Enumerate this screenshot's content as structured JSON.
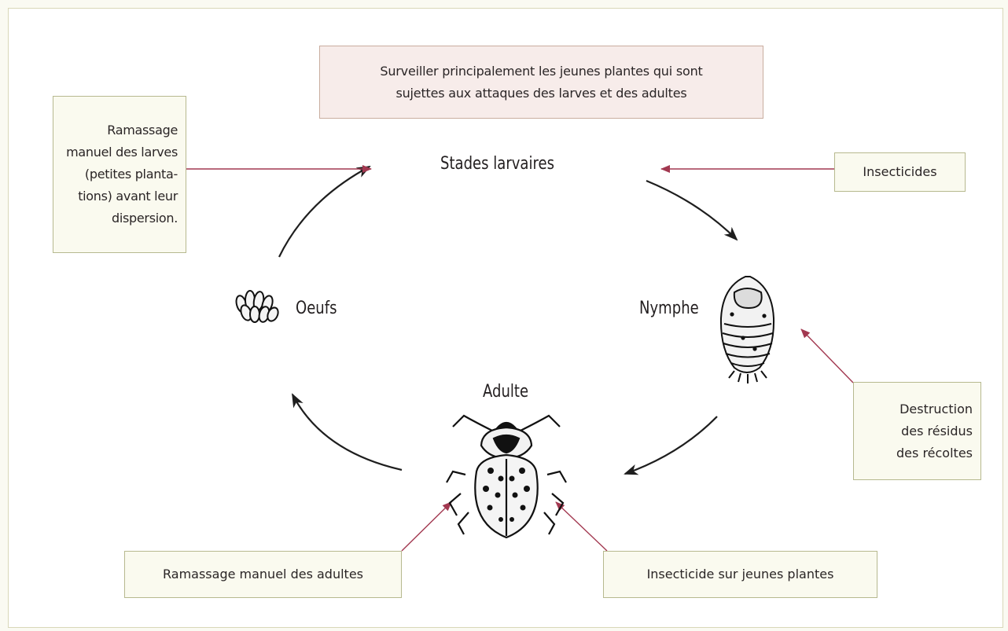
{
  "stages": {
    "larvae": "Stades larvaires",
    "eggs": "Oeufs",
    "pupa": "Nymphe",
    "adult": "Adulte"
  },
  "controls": {
    "monitor": [
      "Surveiller principalement les jeunes plantes qui sont",
      "sujettes aux attaques des larves et des adultes"
    ],
    "larvae_handpick": [
      "Ramassage",
      "manuel des larves",
      "(petites planta-",
      "tions) avant leur",
      "dispersion."
    ],
    "insecticides": "Insecticides",
    "residue": [
      "Destruction",
      "des résidus",
      "des récoltes"
    ],
    "adult_handpick": "Ramassage manuel des adultes",
    "young_plants": "Insecticide sur jeunes plantes"
  },
  "colors": {
    "annotation_arrow": "#a23850",
    "cycle_arrow": "#1e1e1e"
  },
  "icons": [
    "eggs-illustration",
    "pupa-illustration",
    "beetle-illustration"
  ]
}
